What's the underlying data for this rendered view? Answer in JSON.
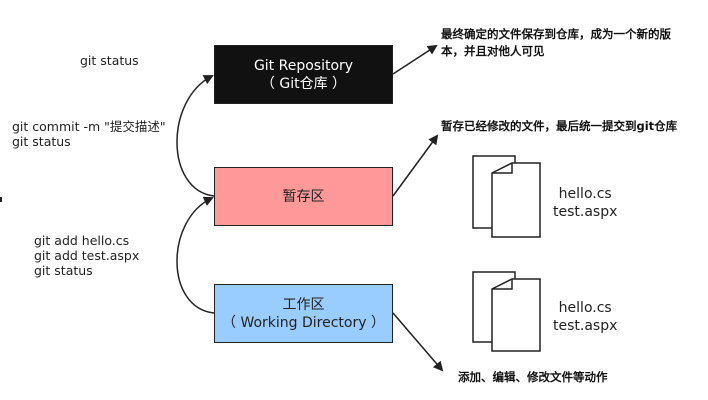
{
  "boxes": {
    "repo": {
      "line1": "Git Repository",
      "line2": "（ Git仓库 ）",
      "fill": "#111111"
    },
    "stage": {
      "line1": "暂存区",
      "fill": "#ff9999"
    },
    "work": {
      "line1": "工作区",
      "line2": "（ Working Directory ）",
      "fill": "#99ccff"
    }
  },
  "commands": {
    "top": "git status",
    "commit": [
      "git commit -m \"提交描述\"",
      "git status"
    ],
    "add": [
      "git add hello.cs",
      "git add test.aspx",
      "git status"
    ]
  },
  "notes": {
    "repo": [
      "最终确定的文件保存到仓库，成为一个新的版",
      "本，并且对他人可见"
    ],
    "stage": "暂存已经修改的文件，最后统一提交到git仓库",
    "work": "添加、编辑、修改文件等动作"
  },
  "files": {
    "stage": [
      "hello.cs",
      "test.aspx"
    ],
    "work": [
      "hello.cs",
      "test.aspx"
    ]
  }
}
